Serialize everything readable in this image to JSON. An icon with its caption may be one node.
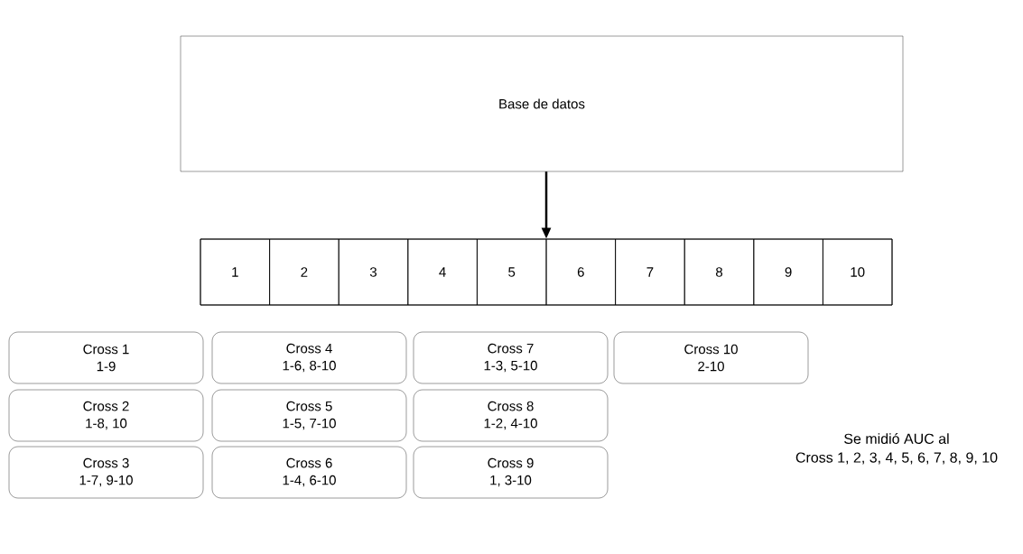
{
  "diagram": {
    "nodes": [
      {
        "text": [
          "Base de datos"
        ]
      },
      {
        "text": [],
        "shape": "box"
      },
      {
        "text": [
          "1"
        ],
        "in": 1
      },
      {
        "text": [
          "2"
        ],
        "in": 1
      },
      {
        "text": [
          "3"
        ],
        "in": 1
      },
      {
        "text": [
          "4"
        ],
        "in": 1
      },
      {
        "text": [
          "5"
        ],
        "in": 1
      },
      {
        "text": [
          "6"
        ],
        "in": 1
      },
      {
        "text": [
          "7"
        ],
        "in": 1
      },
      {
        "text": [
          "8"
        ],
        "in": 1
      },
      {
        "text": [
          "9"
        ],
        "in": 1
      },
      {
        "text": [
          "10"
        ],
        "in": 1
      },
      {
        "text": [
          "Cross 1",
          "1-9"
        ]
      },
      {
        "text": [
          "Cross 2",
          "1-8, 10"
        ]
      },
      {
        "text": [
          "Cross 3",
          "1-7, 9-10"
        ]
      },
      {
        "text": [
          "Cross 4",
          "1-6, 8-10"
        ]
      },
      {
        "text": [
          "Cross 5",
          "1-5, 7-10"
        ]
      },
      {
        "text": [
          "Cross 6",
          "1-4, 6-10"
        ]
      },
      {
        "text": [
          "Cross 7",
          "1-3, 5-10"
        ]
      },
      {
        "text": [
          "Cross 8",
          "1-2, 4-10"
        ]
      },
      {
        "text": [
          "Cross 9",
          "1, 3-10"
        ]
      },
      {
        "text": [
          "Cross 10",
          "2-10"
        ]
      }
    ],
    "edges": [
      {
        "from": 0,
        "to": 1,
        "arrow": "to"
      }
    ],
    "labels": [
      "Se midió AUC al",
      "Cross 1, 2, 3, 4, 5, 6, 7, 8, 9, 10"
    ]
  }
}
